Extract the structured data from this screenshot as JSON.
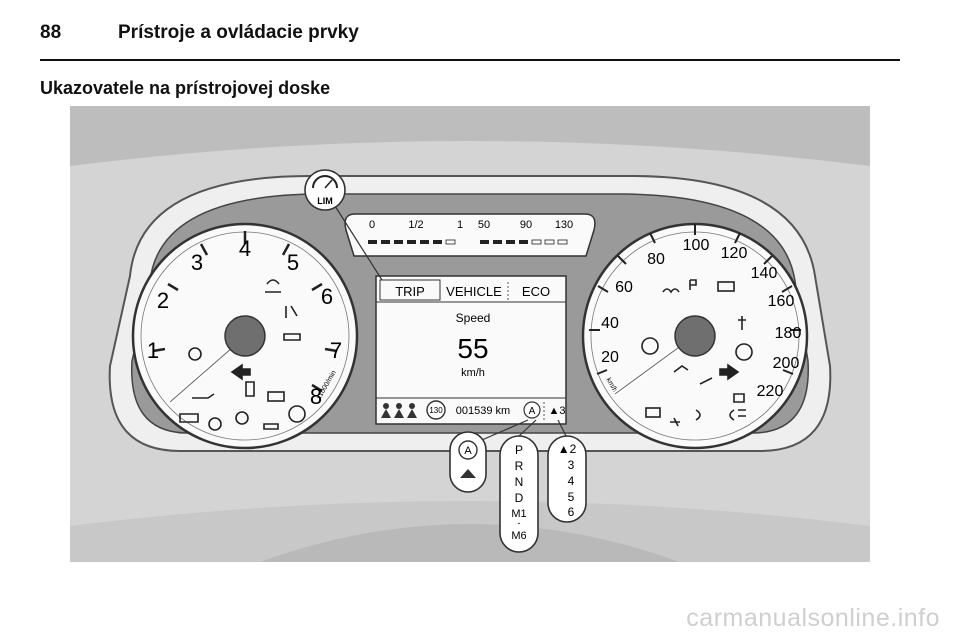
{
  "header": {
    "page_number": "88",
    "title": "Prístroje a ovládacie prvky"
  },
  "section_title": "Ukazovatele na prístrojovej doske",
  "cluster": {
    "lim_label": "LIM",
    "top_gauge": {
      "fuel_labels": [
        "0",
        "1/2",
        "1"
      ],
      "temp_labels": [
        "50",
        "90",
        "130"
      ]
    },
    "tachometer": {
      "labels": [
        "1",
        "2",
        "3",
        "4",
        "5",
        "6",
        "7",
        "8"
      ],
      "unit": "x1000/min"
    },
    "speedometer": {
      "labels": [
        "20",
        "40",
        "60",
        "80",
        "100",
        "120",
        "140",
        "160",
        "180",
        "200",
        "220"
      ],
      "unit": "km/h"
    },
    "display": {
      "tabs": [
        "TRIP",
        "VEHICLE",
        "ECO"
      ],
      "speed_label": "Speed",
      "speed_value": "55",
      "speed_unit": "km/h",
      "speed_limit": "130",
      "odometer": "001539 km",
      "auto_symbol": "A",
      "gear": "▲3"
    },
    "callout_auto": "A",
    "callout_gears": [
      "P",
      "R",
      "N",
      "D",
      "M1",
      "-",
      "M6"
    ],
    "callout_manual": [
      "▲2",
      "3",
      "4",
      "5",
      "6"
    ]
  },
  "footer": "carmanualsonline.info"
}
